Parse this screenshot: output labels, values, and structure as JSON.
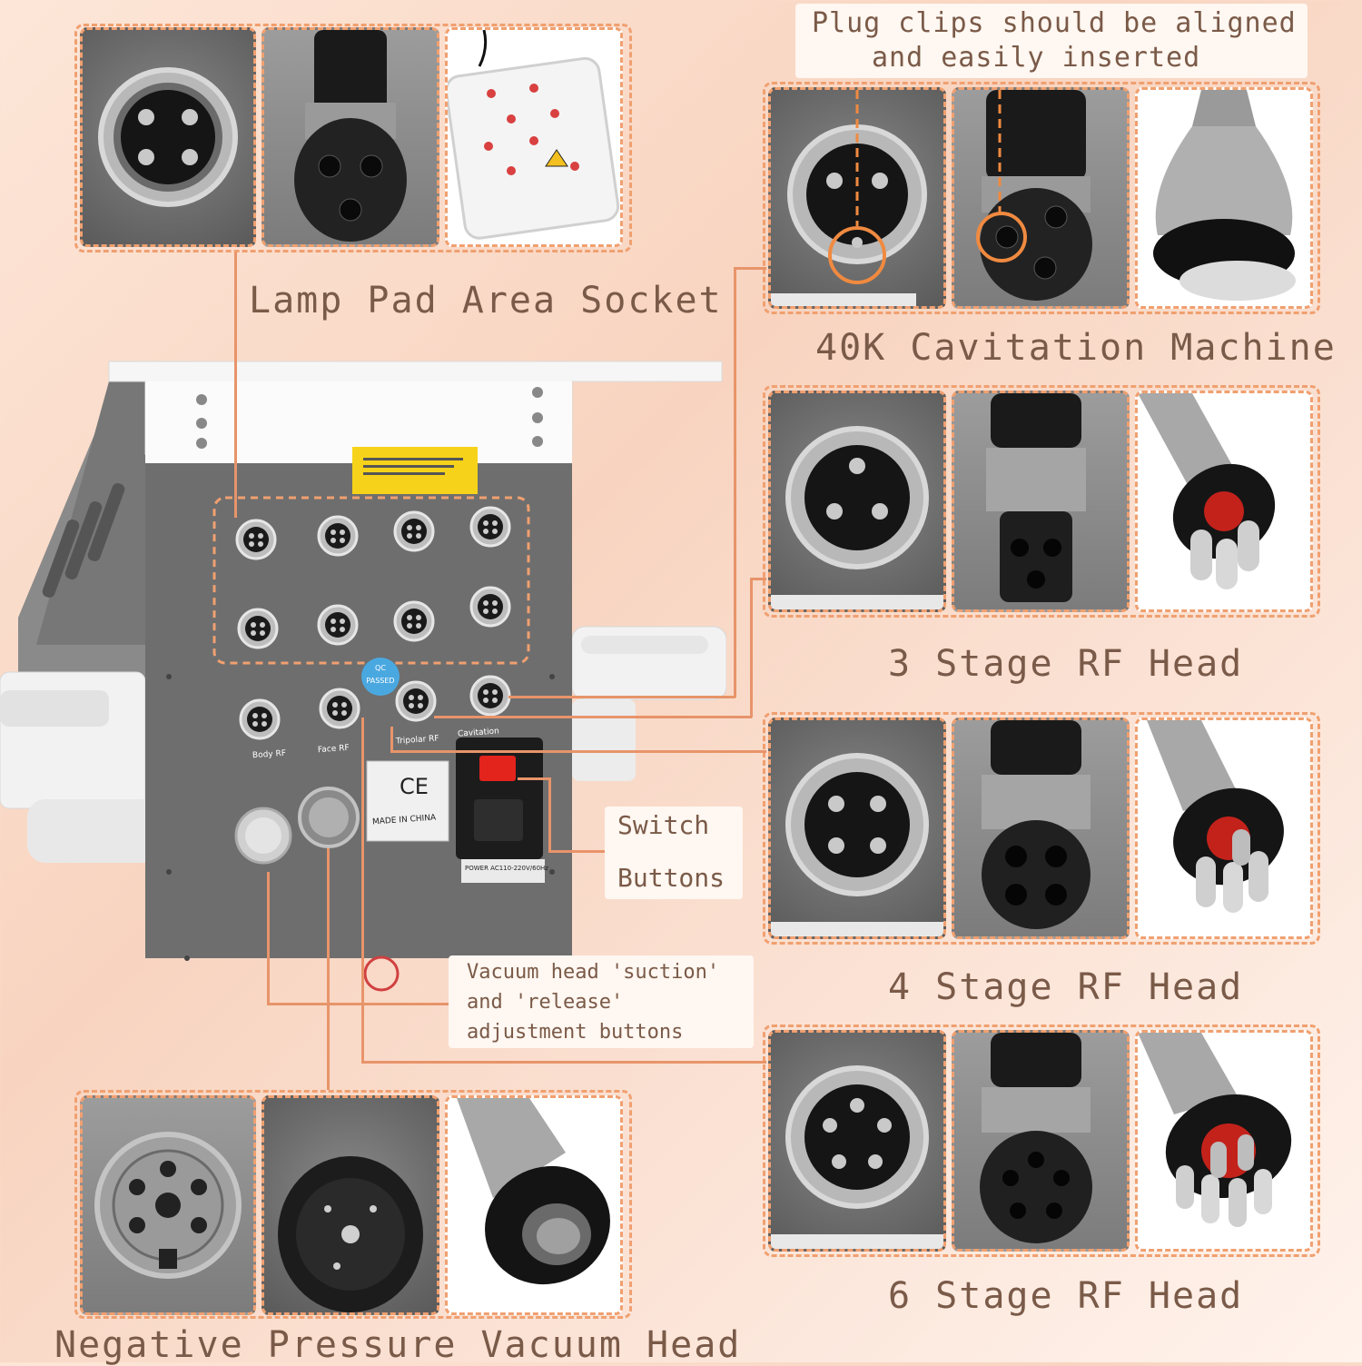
{
  "labels": {
    "lamp_pad": "Lamp Pad Area Socket",
    "cavitation": "40K Cavitation Machine",
    "rf3": "3 Stage RF Head",
    "rf4": "4 Stage RF Head",
    "rf6": "6 Stage RF Head",
    "vacuum": "Negative Pressure Vacuum Head",
    "plug_line1": "Plug clips should be aligned",
    "plug_line2": "and easily inserted",
    "switch_line1": "Switch",
    "switch_line2": "Buttons",
    "vac_line1": "Vacuum head 'suction'",
    "vac_line2": "and 'release'",
    "vac_line3": "adjustment buttons"
  },
  "panel": {
    "qc_line1": "QC",
    "qc_line2": "PASSED",
    "port_body": "Body RF",
    "port_face": "Face RF",
    "port_tripolar": "Tripolar RF",
    "port_cavitation": "Cavitation",
    "ce_mark": "CE",
    "made_in": "MADE IN CHINA",
    "power": "POWER AC110-220V/60Hz"
  },
  "colors": {
    "accent": "#f0a070",
    "text": "#7a5a48",
    "device": "#6e6e6e",
    "red_led": "#e2241c"
  }
}
